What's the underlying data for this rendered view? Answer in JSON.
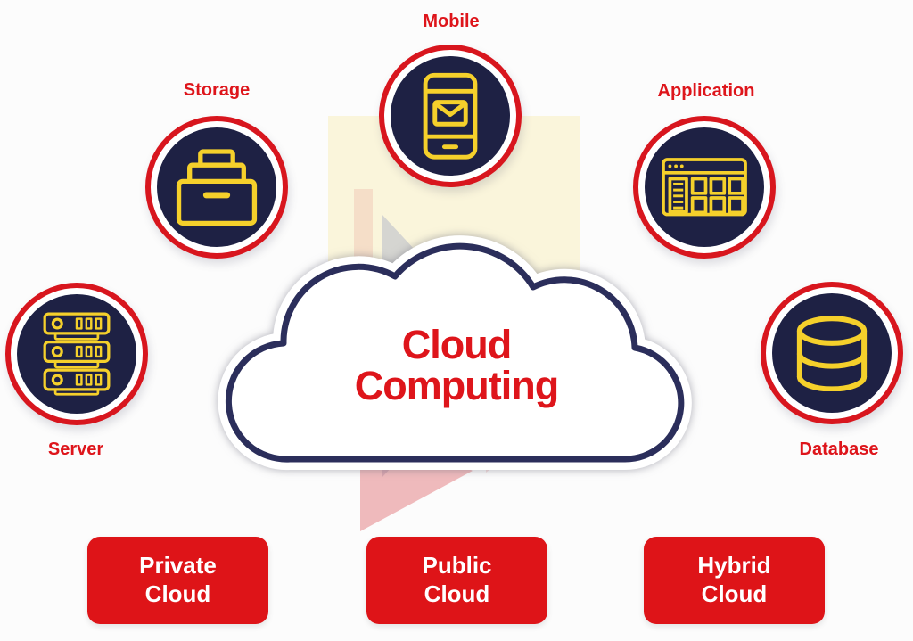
{
  "diagram": {
    "title_line1": "Cloud",
    "title_line2": "Computing",
    "nodes": {
      "mobile": {
        "label": "Mobile"
      },
      "storage": {
        "label": "Storage"
      },
      "application": {
        "label": "Application"
      },
      "server": {
        "label": "Server"
      },
      "database": {
        "label": "Database"
      }
    },
    "buttons": {
      "private": {
        "line1": "Private",
        "line2": "Cloud"
      },
      "public": {
        "line1": "Public",
        "line2": "Cloud"
      },
      "hybrid": {
        "line1": "Hybrid",
        "line2": "Cloud"
      }
    },
    "icons": {
      "mobile": "smartphone-mail-icon",
      "storage": "archive-drawer-icon",
      "application": "app-window-grid-icon",
      "server": "server-rack-icon",
      "database": "database-cylinder-icon"
    },
    "colors": {
      "red": "#DE151B",
      "ring_red": "#D8161E",
      "navy_disc": "#1E2144",
      "cloud_outline": "#2B2E5B",
      "icon_yellow": "#F5D02B",
      "watermark_yellow": "#FAF5DB",
      "button_background": "#DE1418",
      "button_text": "#FFFFFF",
      "page_background": "#FCFCFC"
    }
  }
}
